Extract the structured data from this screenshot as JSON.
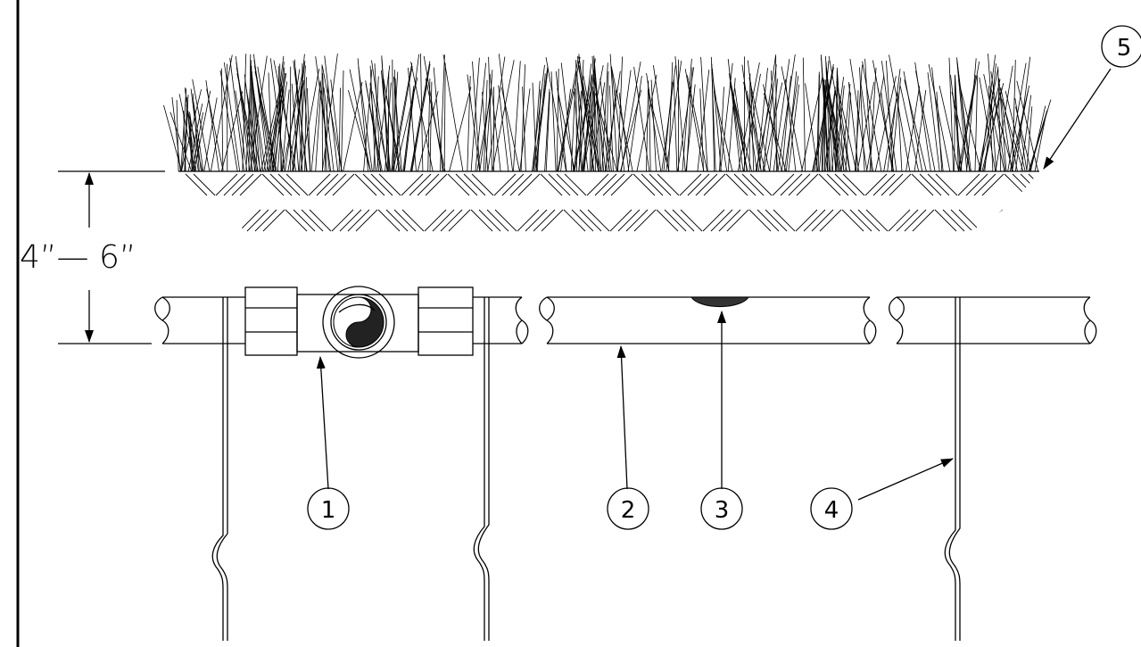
{
  "dimension": {
    "text": "4”— 6”"
  },
  "callouts": [
    {
      "id": "1"
    },
    {
      "id": "2"
    },
    {
      "id": "3"
    },
    {
      "id": "4"
    },
    {
      "id": "5"
    }
  ],
  "colors": {
    "ink": "#000000",
    "paper": "#ffffff"
  }
}
